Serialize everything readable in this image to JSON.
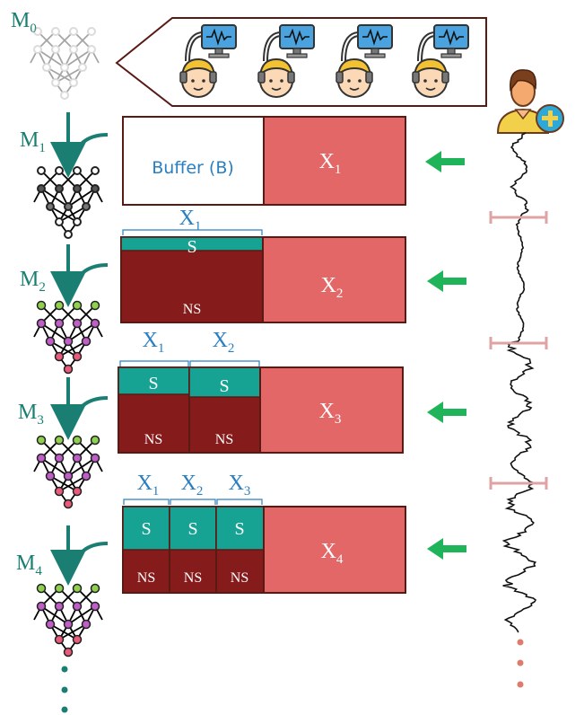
{
  "colors": {
    "teal": "#1a7f72",
    "dark_red": "#861b1b",
    "light_red": "#e46767",
    "seg_teal": "#17a393",
    "blue": "#2a7fc1",
    "green_arrow": "#1fb35a",
    "signal_tick": "#e0a3a3",
    "dot_red": "#e07a6a",
    "border": "#5a1a14"
  },
  "models": {
    "m0": {
      "base": "M",
      "sub": "0"
    },
    "m1": {
      "base": "M",
      "sub": "1"
    },
    "m2": {
      "base": "M",
      "sub": "2"
    },
    "m3": {
      "base": "M",
      "sub": "3"
    },
    "m4": {
      "base": "M",
      "sub": "4"
    }
  },
  "stages": {
    "s1": {
      "buffer_label": "Buffer (B)",
      "data": {
        "base": "X",
        "sub": "1"
      }
    },
    "s2": {
      "bracket": {
        "base": "X",
        "sub": "1"
      },
      "s": "S",
      "ns": "NS",
      "data": {
        "base": "X",
        "sub": "2"
      }
    },
    "s3": {
      "brackets": [
        {
          "base": "X",
          "sub": "1"
        },
        {
          "base": "X",
          "sub": "2"
        }
      ],
      "s": [
        "S",
        "S"
      ],
      "ns": [
        "NS",
        "NS"
      ],
      "data": {
        "base": "X",
        "sub": "3"
      }
    },
    "s4": {
      "brackets": [
        {
          "base": "X",
          "sub": "1"
        },
        {
          "base": "X",
          "sub": "2"
        },
        {
          "base": "X",
          "sub": "3"
        }
      ],
      "s": [
        "S",
        "S",
        "S"
      ],
      "ns": [
        "NS",
        "NS",
        "NS"
      ],
      "data": {
        "base": "X",
        "sub": "4"
      }
    }
  },
  "icons": {
    "annotators": [
      "annotator-with-monitor-icon",
      "annotator-with-monitor-icon",
      "annotator-with-monitor-icon",
      "annotator-with-monitor-icon"
    ],
    "user": "add-user-icon",
    "signal": "eeg-signal-icon",
    "network": "neural-network-icon"
  }
}
